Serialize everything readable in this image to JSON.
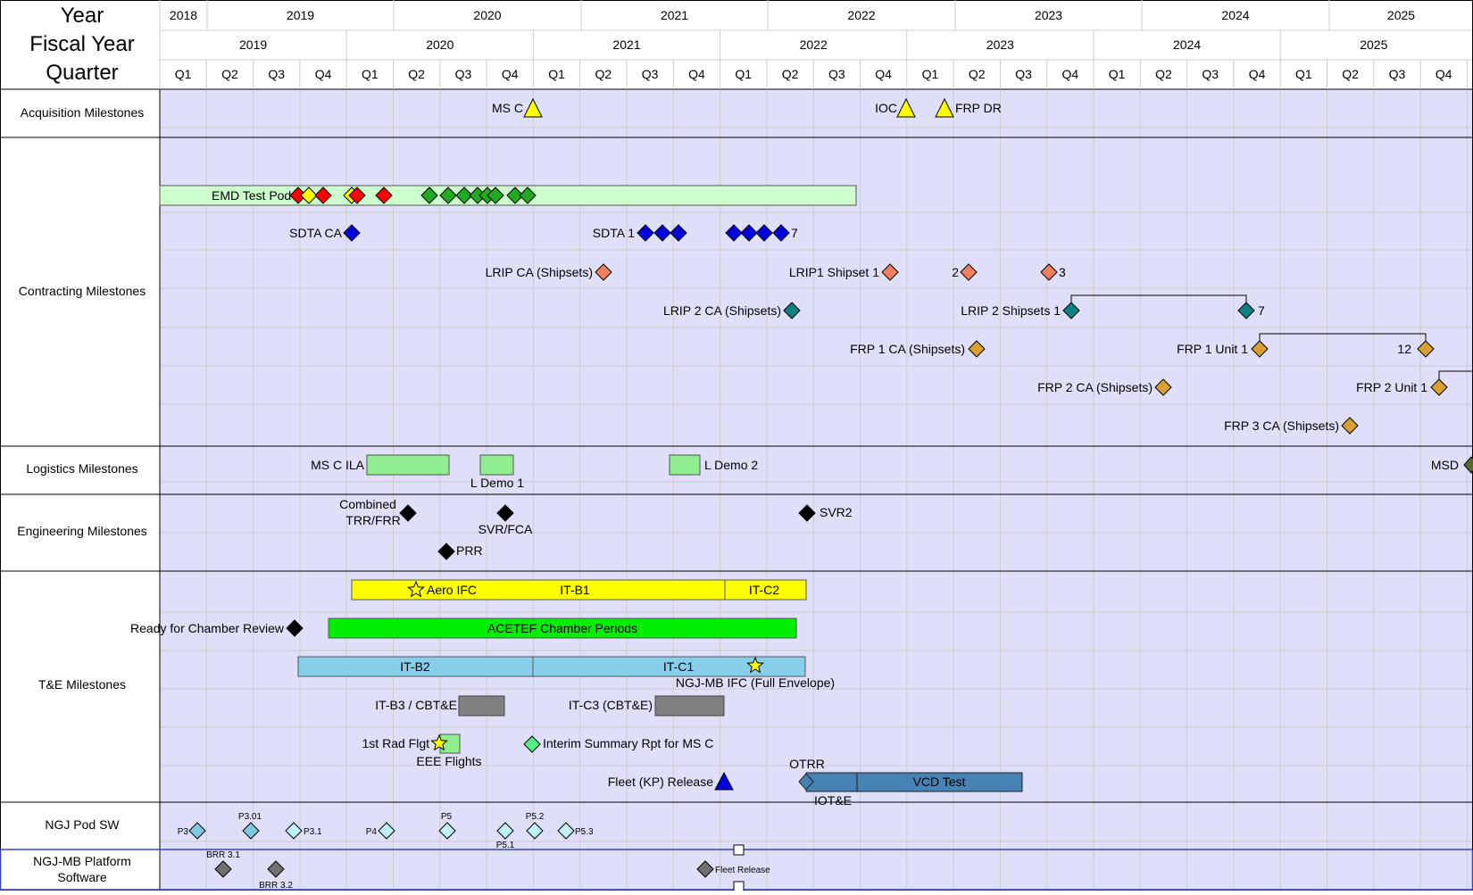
{
  "header": {
    "year_label": "Year",
    "fiscal_year_label": "Fiscal Year",
    "quarter_label": "Quarter",
    "years": [
      "2018",
      "2019",
      "2020",
      "2021",
      "2022",
      "2023",
      "2024",
      "2025"
    ],
    "fiscal_years": [
      "2019",
      "2020",
      "2021",
      "2022",
      "2023",
      "2024",
      "2025"
    ],
    "quarters": [
      "Q1",
      "Q2",
      "Q3",
      "Q4",
      "Q1",
      "Q2",
      "Q3",
      "Q4",
      "Q1",
      "Q2",
      "Q3",
      "Q4",
      "Q1",
      "Q2",
      "Q3",
      "Q4",
      "Q1",
      "Q2",
      "Q3",
      "Q4",
      "Q1",
      "Q2",
      "Q3",
      "Q4",
      "Q1",
      "Q2",
      "Q3",
      "Q4",
      "Q1",
      "Q2",
      "Q3",
      "Q4"
    ]
  },
  "rows": {
    "acquisition": "Acquisition Milestones",
    "contracting": "Contracting Milestones",
    "logistics": "Logistics Milestones",
    "engineering": "Engineering Milestones",
    "te": "T&E Milestones",
    "pod_sw": "NGJ Pod SW",
    "platform_sw_1": "NGJ-MB Platform",
    "platform_sw_2": "Software"
  },
  "acquisition": {
    "ms_c": "MS C",
    "ioc": "IOC",
    "frp_dr": "FRP DR"
  },
  "contracting": {
    "emd_test_pod": "EMD Test Pod",
    "sdta_ca": "SDTA CA",
    "sdta_1": "SDTA 1",
    "sdta_7": "7",
    "lrip_ca": "LRIP CA (Shipsets)",
    "lrip1_shipset_1": "LRIP1 Shipset 1",
    "lrip1_2": "2",
    "lrip1_3": "3",
    "lrip2_ca": "LRIP 2 CA (Shipsets)",
    "lrip2_shipsets_1": "LRIP 2 Shipsets 1",
    "lrip2_7": "7",
    "frp1_ca": "FRP 1 CA (Shipsets)",
    "frp1_unit_1": "FRP 1 Unit 1",
    "frp1_12": "12",
    "frp2_ca": "FRP 2 CA (Shipsets)",
    "frp2_unit_1": "FRP 2 Unit 1",
    "frp3_ca": "FRP 3 CA (Shipsets)"
  },
  "logistics": {
    "ms_c_ila": "MS C ILA",
    "l_demo_1": "L Demo 1",
    "l_demo_2": "L Demo 2",
    "msd": "MSD"
  },
  "engineering": {
    "combined_1": "Combined",
    "combined_2": "TRR/FRR",
    "svr_fca": "SVR/FCA",
    "svr2": "SVR2",
    "prr": "PRR"
  },
  "te": {
    "aero_ifc": "Aero IFC",
    "it_b1": "IT-B1",
    "it_c2": "IT-C2",
    "ready_chamber": "Ready for Chamber Review",
    "acetef": "ACETEF Chamber Periods",
    "it_b2": "IT-B2",
    "it_c1": "IT-C1",
    "ngj_ifc": "NGJ-MB IFC (Full Envelope)",
    "it_b3": "IT-B3 / CBT&E",
    "it_c3": "IT-C3 (CBT&E)",
    "first_rad": "1st Rad Flgt",
    "eee_flights": "EEE Flights",
    "interim": "Interim Summary Rpt for MS C",
    "fleet_kp": "Fleet (KP) Release",
    "otrr": "OTRR",
    "iote": "IOT&E",
    "vcd_test": "VCD Test"
  },
  "pod_sw": {
    "p3": "P3",
    "p301": "P3.01",
    "p31": "P3.1",
    "p4": "P4",
    "p5": "P5",
    "p51": "P5.1",
    "p52": "P5.2",
    "p53": "P5.3"
  },
  "platform_sw": {
    "brr31": "BRR 3.1",
    "brr32": "BRR 3.2",
    "fleet_release": "Fleet Release"
  },
  "colors": {
    "background": "#dfdffa",
    "grid": "#cccccc",
    "yellow": "#ffff00",
    "red": "#ff0000",
    "green": "#22aa22",
    "blue": "#0000dd",
    "salmon": "#f08060",
    "teal": "#108080",
    "gold": "#daa030",
    "light_green": "#90ee90",
    "acetef_green": "#00ee00",
    "sky": "#87ceeb",
    "gray": "#808080",
    "steel": "#4682b4",
    "pale_cyan": "#bff2f5"
  }
}
